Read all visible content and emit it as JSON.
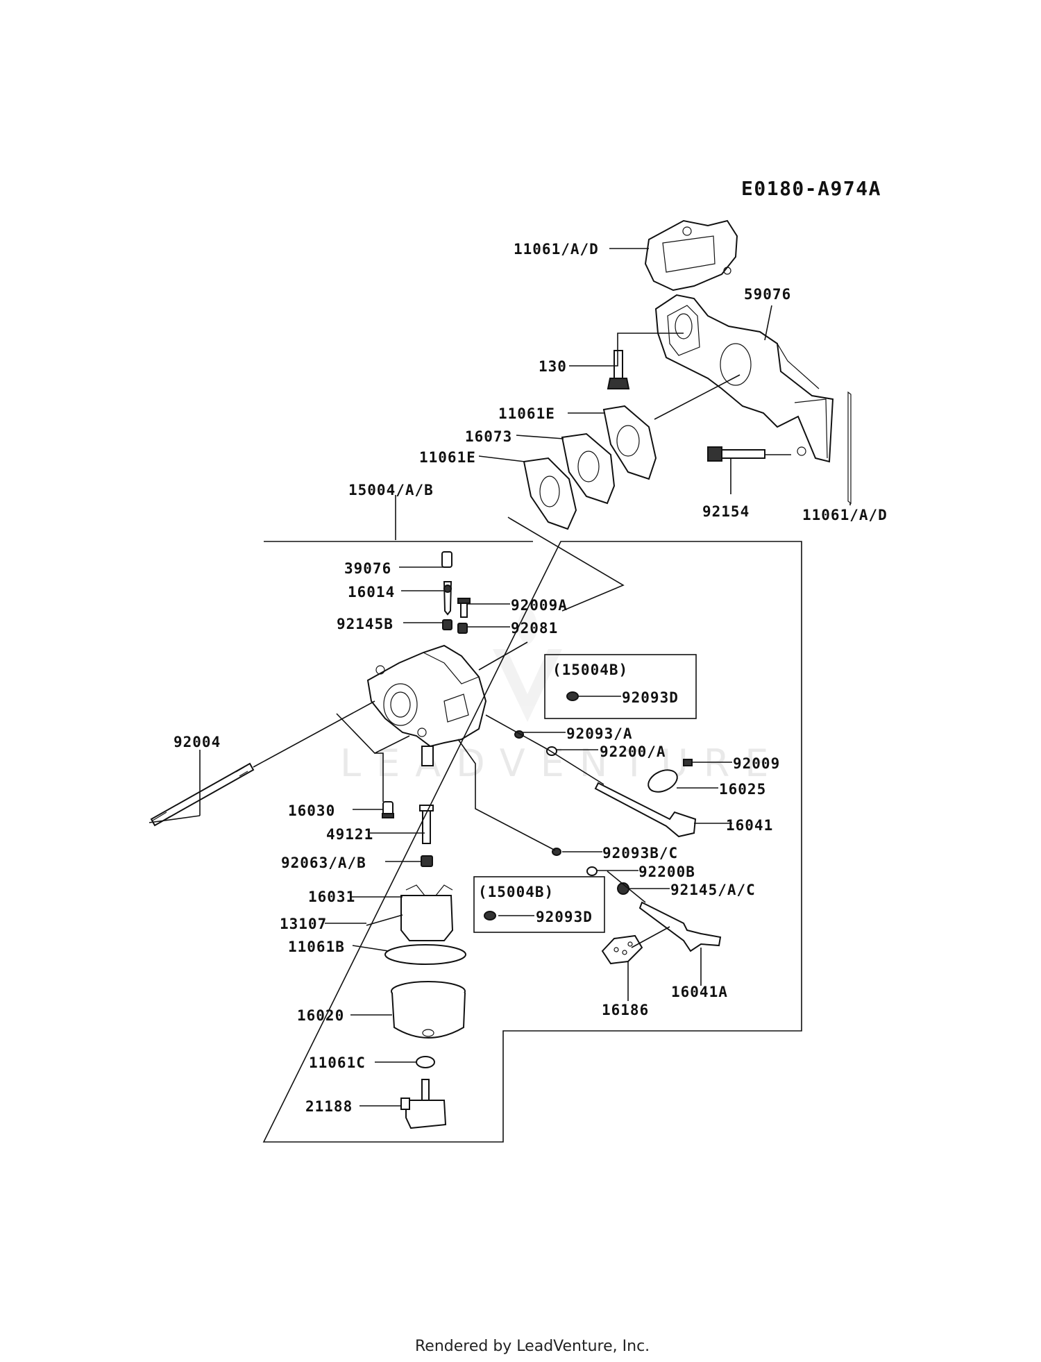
{
  "diagram_code": "E0180-A974A",
  "watermark": "LEADVENTURE",
  "footer": "Rendered by LeadVenture, Inc.",
  "labels": {
    "p11061_a_d_top": "11061/A/D",
    "p59076": "59076",
    "p130": "130",
    "p11061e_1": "11061E",
    "p16073": "16073",
    "p11061e_2": "11061E",
    "p15004_a_b": "15004/A/B",
    "p92154": "92154",
    "p11061_a_d_right": "11061/A/D",
    "p39076": "39076",
    "p16014": "16014",
    "p92009a": "92009A",
    "p92145b": "92145B",
    "p92081": "92081",
    "p15004b_box1": "(15004B)",
    "p92093d_box1": "92093D",
    "p92093_a": "92093/A",
    "p92200_a": "92200/A",
    "p92009": "92009",
    "p16025": "16025",
    "p16041": "16041",
    "p92004": "92004",
    "p16030": "16030",
    "p49121": "49121",
    "p92063_a_b": "92063/A/B",
    "p92093b_c": "92093B/C",
    "p92200b": "92200B",
    "p92145_a_c": "92145/A/C",
    "p15004b_box2": "(15004B)",
    "p92093d_box2": "92093D",
    "p16031": "16031",
    "p13107": "13107",
    "p11061b": "11061B",
    "p16041a": "16041A",
    "p16186": "16186",
    "p16020": "16020",
    "p11061c": "11061C",
    "p21188": "21188"
  }
}
